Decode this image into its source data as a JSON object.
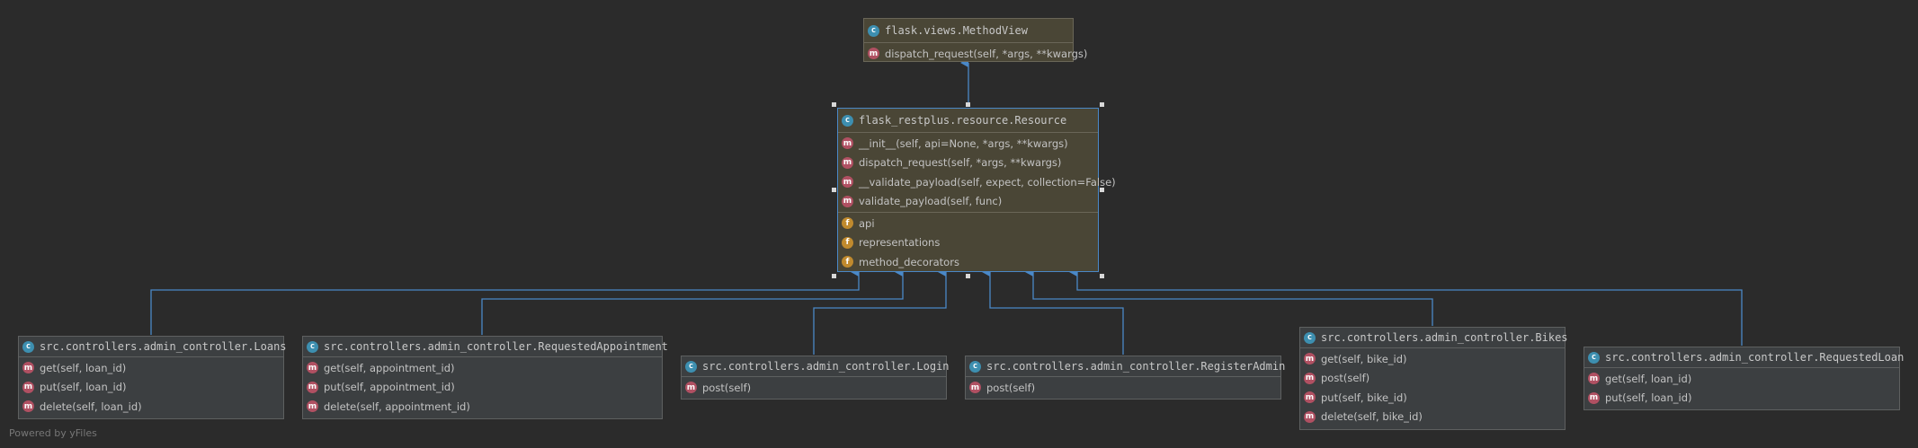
{
  "icons": {
    "class": "c",
    "method": "m",
    "field": "f"
  },
  "colors": {
    "background": "#2b2b2b",
    "edge": "#4a88c7",
    "class_icon": "#3d8fb0",
    "method_icon": "#b05062",
    "field_icon": "#c08a2e"
  },
  "classes": {
    "method_view": {
      "name": "flask.views.MethodView",
      "methods": [
        "dispatch_request(self, *args, **kwargs)"
      ]
    },
    "resource": {
      "name": "flask_restplus.resource.Resource",
      "methods": [
        "__init__(self, api=None, *args, **kwargs)",
        "dispatch_request(self, *args, **kwargs)",
        "__validate_payload(self, expect, collection=False)",
        "validate_payload(self, func)"
      ],
      "fields": [
        "api",
        "representations",
        "method_decorators"
      ]
    },
    "loans": {
      "name": "src.controllers.admin_controller.Loans",
      "methods": [
        "get(self, loan_id)",
        "put(self, loan_id)",
        "delete(self, loan_id)"
      ]
    },
    "requested_appointment": {
      "name": "src.controllers.admin_controller.RequestedAppointment",
      "methods": [
        "get(self, appointment_id)",
        "put(self, appointment_id)",
        "delete(self, appointment_id)"
      ]
    },
    "login": {
      "name": "src.controllers.admin_controller.Login",
      "methods": [
        "post(self)"
      ]
    },
    "register_admin": {
      "name": "src.controllers.admin_controller.RegisterAdmin",
      "methods": [
        "post(self)"
      ]
    },
    "bikes": {
      "name": "src.controllers.admin_controller.Bikes",
      "methods": [
        "get(self, bike_id)",
        "post(self)",
        "put(self, bike_id)",
        "delete(self, bike_id)"
      ]
    },
    "requested_loan": {
      "name": "src.controllers.admin_controller.RequestedLoan",
      "methods": [
        "get(self, loan_id)",
        "put(self, loan_id)"
      ]
    }
  },
  "footer": {
    "powered_by": "Powered by yFiles"
  }
}
